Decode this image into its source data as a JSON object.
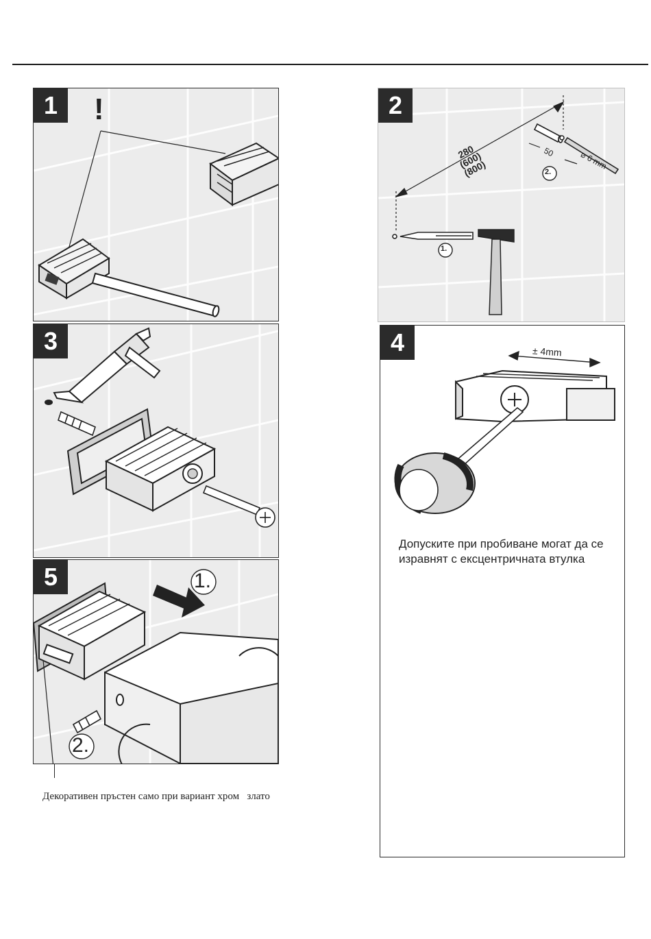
{
  "steps": [
    {
      "number": "1",
      "mark": "!"
    },
    {
      "number": "2",
      "dimension_lines": [
        "280",
        "(600)",
        "(800)"
      ],
      "offset": "50",
      "drill": "⌀ 6 mm",
      "substep_a": "1.",
      "substep_b": "2."
    },
    {
      "number": "3"
    },
    {
      "number": "4",
      "tolerance": "± 4mm",
      "note": "Допуските при пробиване могат да се изравнят с ексцентричната втулка"
    },
    {
      "number": "5",
      "substep_a": "1.",
      "substep_b": "2."
    }
  ],
  "caption": "Декоративен пръстен само при вариант хром   злато"
}
